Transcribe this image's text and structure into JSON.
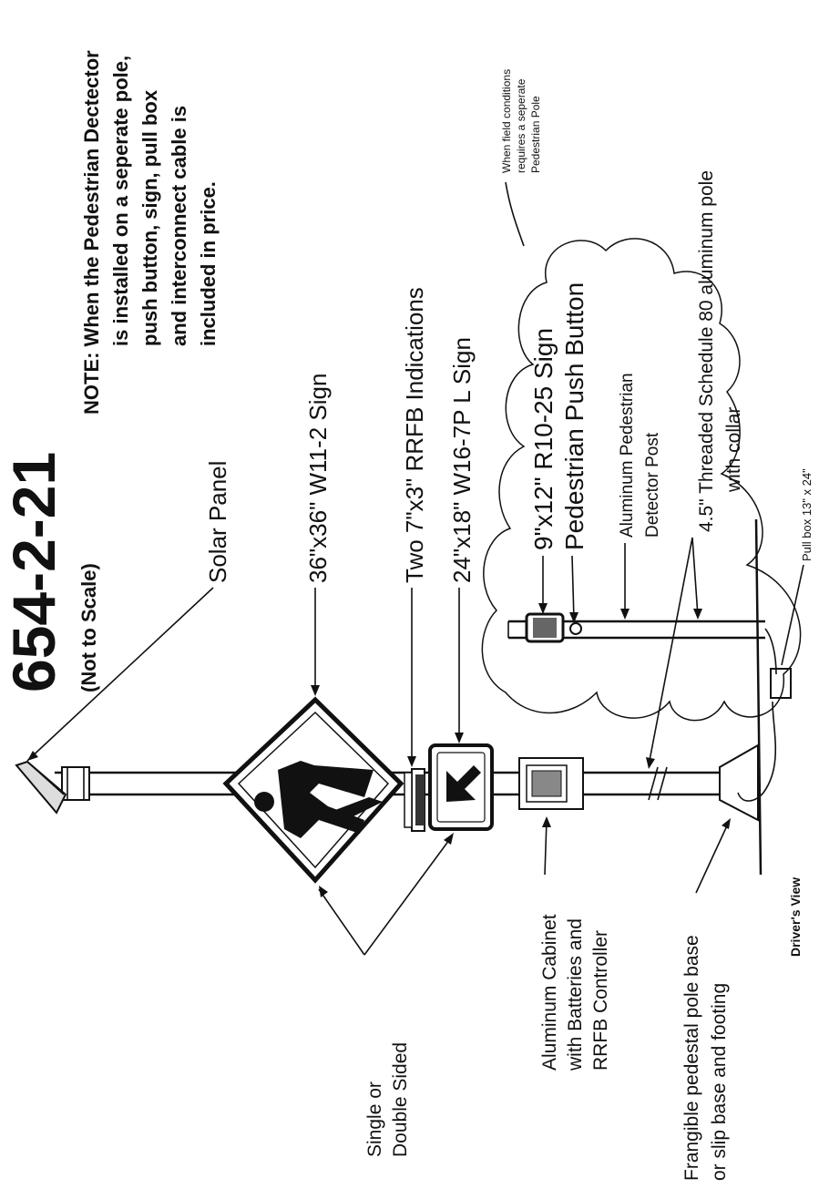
{
  "drawing": {
    "title": "654-2-21",
    "subtitle": "(Not to Scale)",
    "note": [
      "NOTE: When the Pedestrian Dectector",
      "is installed on a seperate pole,",
      "push button, sign, pull box",
      "and interconnect cable is",
      "included in price."
    ],
    "labels": {
      "solar_panel": "Solar Panel",
      "w11_sign": "36\"x36\" W11-2 Sign",
      "rrfb": "Two 7\"x3\" RRFB Indications",
      "w16_sign": "24\"x18\" W16-7P L Sign",
      "r10_sign": "9\"x12\" R10-25 Sign",
      "push_button": "Pedestrian Push Button",
      "ped_post": [
        "Aluminum Pedestrian",
        "Detector Post"
      ],
      "pole": [
        "4.5\" Threaded Schedule 80 aluminum pole",
        "with collar"
      ],
      "cloud_note": [
        "When field conditions",
        "requires a seperate",
        "Pedestrian Pole"
      ],
      "pull_box": "Pull box 13\" x 24\"",
      "drivers_view": "Driver's View",
      "sided": [
        "Single or",
        "Double Sided"
      ],
      "cabinet": [
        "Aluminum Cabinet",
        "with Batteries and",
        "RRFB Controller"
      ],
      "base": [
        "Frangible pedestal pole base",
        "or slip base and footing"
      ]
    }
  }
}
